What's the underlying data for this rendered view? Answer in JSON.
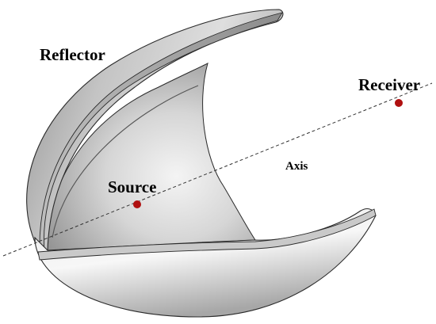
{
  "labels": {
    "reflector": "Reflector",
    "receiver": "Receiver",
    "source": "Source",
    "axis": "Axis"
  },
  "colors": {
    "background": "#ffffff",
    "shell_dark": "#9a9a9a",
    "shell_light": "#f2f2f2",
    "outline": "#2a2a2a",
    "point": "#b01010",
    "axis_line": "#333333"
  }
}
